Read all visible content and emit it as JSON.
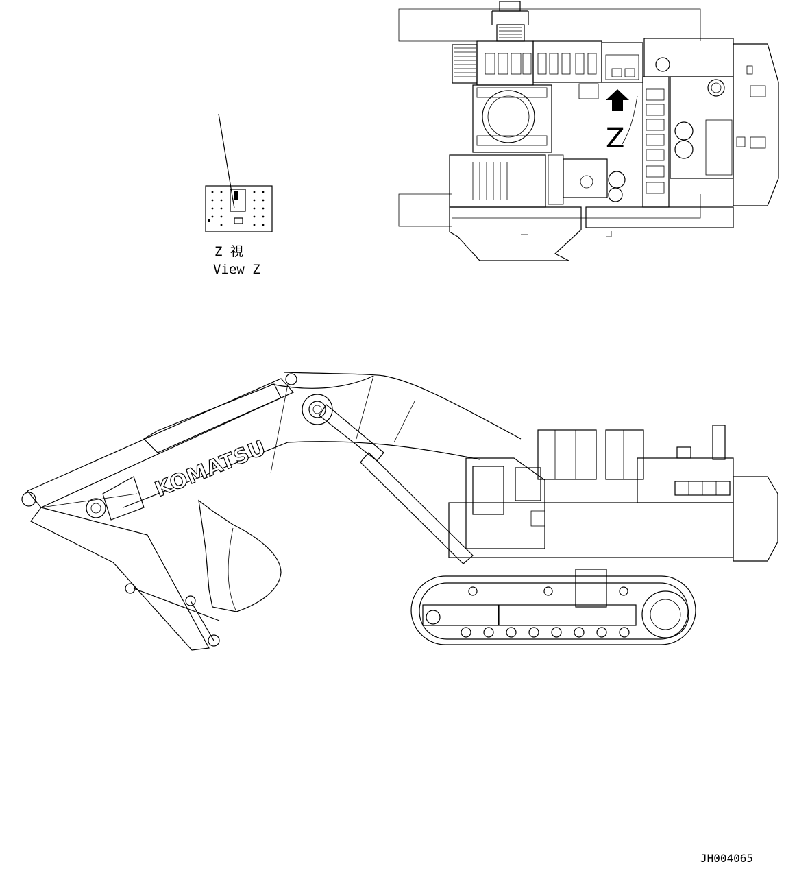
{
  "view_label": {
    "japanese": "Z 視",
    "english": "View Z"
  },
  "arrow_label": "Z",
  "brand": "KOMATSU",
  "drawing_number": "JH004065"
}
